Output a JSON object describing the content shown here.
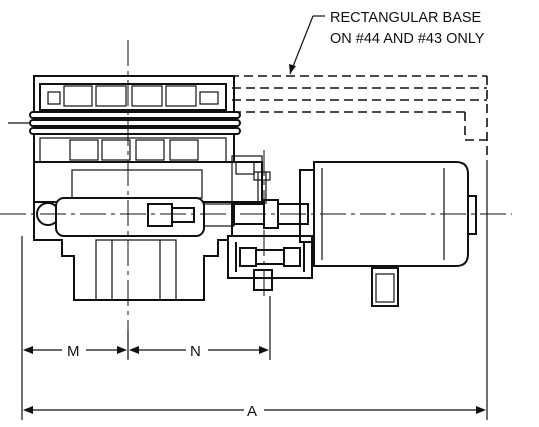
{
  "callout": {
    "line1": "RECTANGULAR BASE",
    "line2": "ON #44 AND #43 ONLY"
  },
  "dimensions": {
    "m": "M",
    "n": "N",
    "a": "A"
  }
}
